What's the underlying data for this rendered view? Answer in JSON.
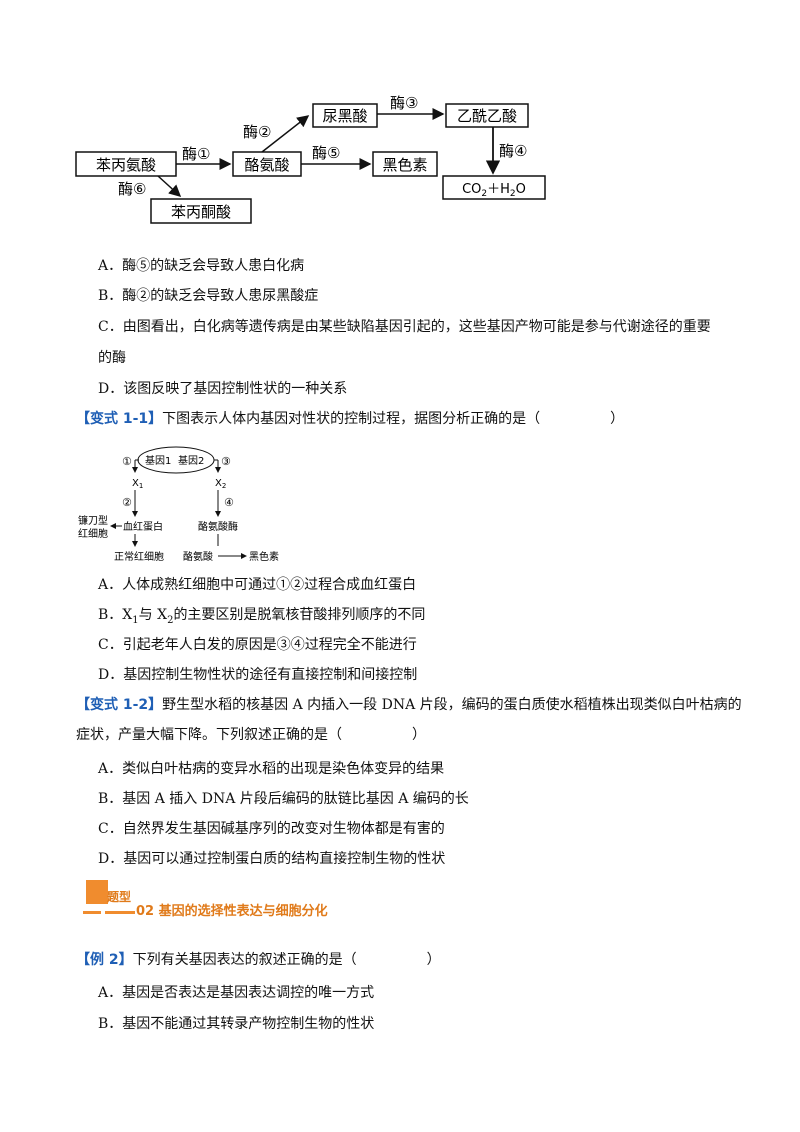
{
  "diagram1": {
    "nodes": {
      "phe": "苯丙氨酸",
      "tyr": "酪氨酸",
      "hga": "尿黑酸",
      "aca": "乙酰乙酸",
      "mel": "黑色素",
      "ppa": "苯丙酮酸",
      "co2_a": "CO",
      "co2_b": "2",
      "co2_c": "＋H",
      "co2_d": "2",
      "co2_e": "O"
    },
    "enzymes": {
      "e1": "酶①",
      "e2": "酶②",
      "e3": "酶③",
      "e4": "酶④",
      "e5": "酶⑤",
      "e6": "酶⑥"
    }
  },
  "q1_options": {
    "a": "A．酶⑤的缺乏会导致人患白化病",
    "b": "B．酶②的缺乏会导致人患尿黑酸症",
    "c1": "C．由图看出，白化病等遗传病是由某些缺陷基因引起的，这些基因产物可能是参与代谢途径的重要",
    "c2": "的酶",
    "d": "D．该图反映了基因控制性状的一种关系"
  },
  "v11": {
    "tag": "【变式 1-1】",
    "stem": "下图表示人体内基因对性状的控制过程，据图分析正确的是（　　　　　）",
    "diagram": {
      "gene1": "基因1",
      "gene2": "基因2",
      "n1": "①",
      "n2": "②",
      "n3": "③",
      "n4": "④",
      "x1a": "X",
      "x1b": "1",
      "x2a": "X",
      "x2b": "2",
      "hb": "血红蛋白",
      "sickle1": "镰刀型",
      "sickle2": "红细胞",
      "normal": "正常红细胞",
      "tyrase": "酪氨酸酶",
      "tyr": "酪氨酸",
      "mel": "黑色素"
    },
    "a": "A．人体成熟红细胞中可通过①②过程合成血红蛋白",
    "b_pre": "B．X",
    "b_s1": "1",
    "b_mid": "与 X",
    "b_s2": "2",
    "b_post": "的主要区别是脱氧核苷酸排列顺序的不同",
    "c": "C．引起老年人白发的原因是③④过程完全不能进行",
    "d": "D．基因控制生物性状的途径有直接控制和间接控制"
  },
  "v12": {
    "tag": "【变式 1-2】",
    "stem1": "野生型水稻的核基因 A 内插入一段 DNA 片段，编码的蛋白质使水稻植株出现类似白叶枯病的",
    "stem2": "症状，产量大幅下降。下列叙述正确的是（　　　　　）",
    "a": "A．类似白叶枯病的变异水稻的出现是染色体变异的结果",
    "b": "B．基因 A 插入 DNA 片段后编码的肽链比基因 A 编码的长",
    "c": "C．自然界发生基因碱基序列的改变对生物体都是有害的",
    "d": "D．基因可以通过控制蛋白质的结构直接控制生物的性状"
  },
  "section": {
    "label": "题型",
    "title": "02 基因的选择性表达与细胞分化",
    "color": "#e07a1a"
  },
  "ex2": {
    "tag": "【例 2】",
    "stem": "下列有关基因表达的叙述正确的是（　　　　　）",
    "a": "A．基因是否表达是基因表达调控的唯一方式",
    "b": "B．基因不能通过其转录产物控制生物的性状"
  }
}
